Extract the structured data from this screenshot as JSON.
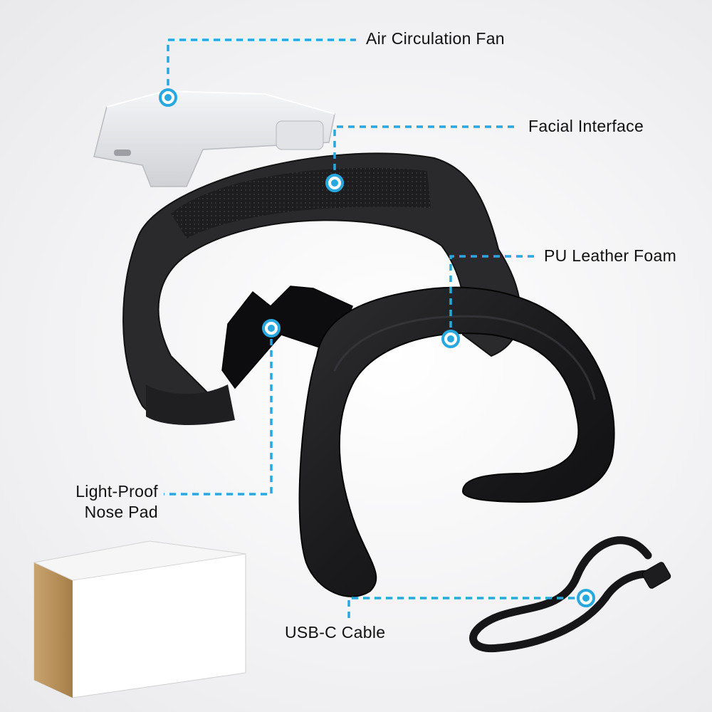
{
  "callouts": {
    "fan": "Air Circulation Fan",
    "facial_interface": "Facial Interface",
    "pu_foam": "PU Leather Foam",
    "nose_pad": [
      "Light-Proof",
      "Nose Pad"
    ],
    "cable": "USB-C Cable"
  },
  "colors": {
    "accent": "#29a8e0",
    "foam": "#1c1c1e",
    "fan_body": "#e6e7ea",
    "box_face": "#ffffff",
    "box_side": "#b9925e"
  }
}
